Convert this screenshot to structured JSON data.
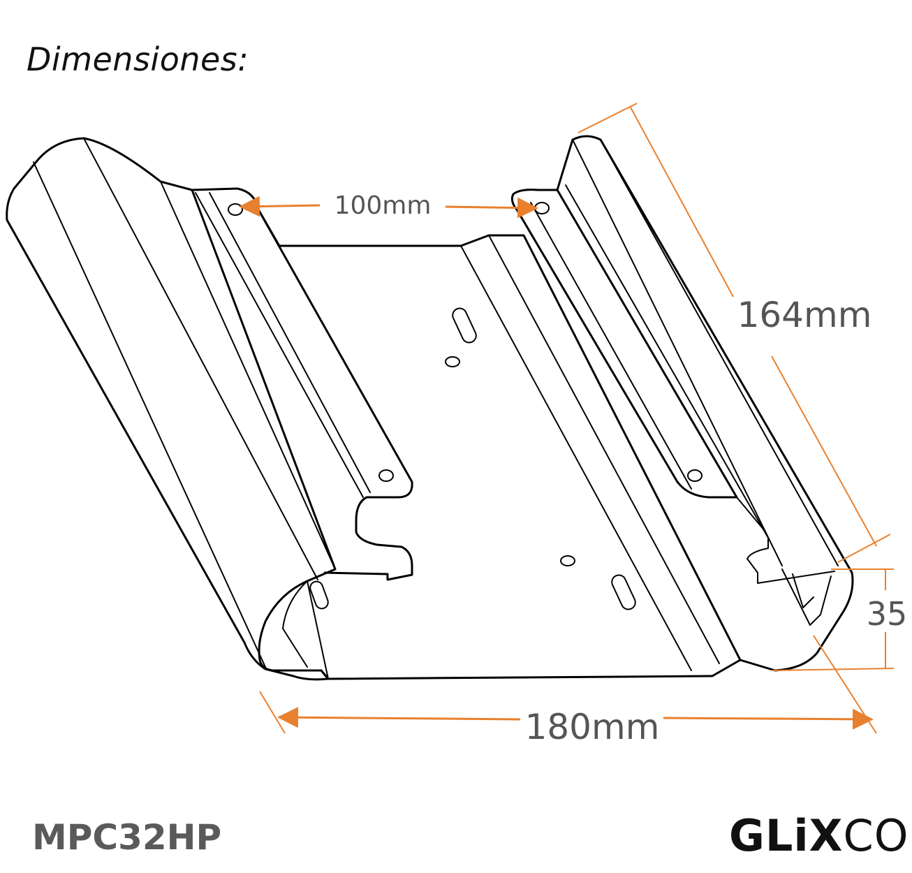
{
  "title": "Dimensiones:",
  "dimensions": {
    "hole_spacing": "100mm",
    "length": "164mm",
    "height": "35",
    "width": "180mm"
  },
  "model": "MPC32HP",
  "brand": {
    "part1": "GLiX",
    "part2": "CO"
  },
  "colors": {
    "dimension_lines": "#e8802e",
    "outline": "#000000",
    "label_text": "#555555"
  }
}
